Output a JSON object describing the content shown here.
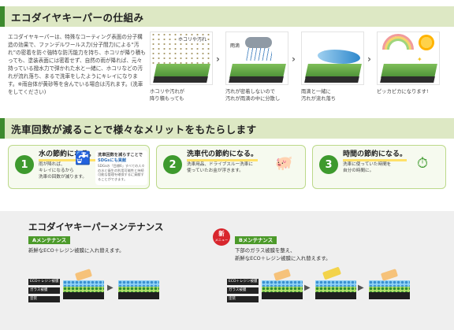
{
  "section1": {
    "title": "エコダイヤキーパーの仕組み",
    "intro": "エコダイヤキーパーは、特殊なコーティング表面の分子構造の効果で、ファンデルワールス力(分子間力)による“汚れ”の密着を防ぐ強特な防汚能力を持ち、ホコリが降り積もっても、塗装表面には密着せず、自然の雨が降れば、元々持っている撥水力で弾かれた水と一緒に、ホコリなどの汚れが流れ落ち、まるで洗車をしたようにキレイになります。※雨自体が黄砂等を含んでいる場合は汚れます。(洗車をしてください)",
    "steps": [
      {
        "caption": "ホコリや汚れが\n降り積もっても",
        "tag": "ホコリや汚れ"
      },
      {
        "caption": "汚れが密着しないので\n汚れが雨滴の中に分散し",
        "tag": "雨滴"
      },
      {
        "caption": "雨滴と一緒に\n汚れが流れ落ち"
      },
      {
        "caption": "ピッカピカになります!"
      }
    ]
  },
  "section2": {
    "title": "洗車回数が減ることで様々なメリットをもたらします",
    "merits": [
      {
        "number": "1",
        "title": "水の節約になる。",
        "desc": "雨が降れば、\nキレイになるから\n洗車の回数が減ります。",
        "note_title": "洗車回数を減らすことで",
        "note_highlight": "SDGsにも貢献",
        "note_desc": "SDGsの「目標6」すべての人々の水と衛生の利用可能性と持続可能な管理を確保するに貢献することができます。"
      },
      {
        "number": "2",
        "title": "洗車代の節約になる。",
        "desc": "洗車用品、ドライブスルー洗車に\n使っていたお金が浮きます。"
      },
      {
        "number": "3",
        "title": "時間の節約になる。",
        "desc": "洗車に使っていた時間を\n自分の時間に。"
      }
    ]
  },
  "section3": {
    "title": "エコダイヤキーパーメンテナンス",
    "a_label": "Aメンテナンス",
    "a_desc": "新鮮なECO＋レジン被膜に入れ替えます。",
    "b_label": "Bメンテナンス",
    "b_desc": "下部のガラス被膜を整え、\n新鮮なECO＋レジン被膜に入れ替えます。",
    "badge_main": "新",
    "badge_sub": "メニュー",
    "layer_labels": [
      "ECO＋レジン被膜",
      "ガラス被膜",
      "塗装"
    ]
  }
}
